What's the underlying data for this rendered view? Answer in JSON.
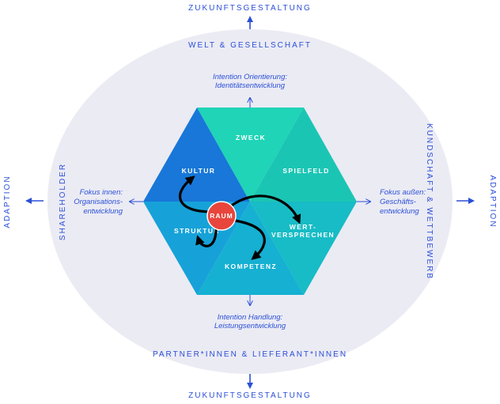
{
  "outer": {
    "top": "ZUKUNFTSGESTALTUNG",
    "bottom": "ZUKUNFTSGESTALTUNG",
    "left": "ADAPTION",
    "right": "ADAPTION"
  },
  "ellipse_labels": {
    "top": "WELT & GESELLSCHAFT",
    "bottom": "PARTNER*INNEN & LIEFERANT*INNEN",
    "left": "SHAREHOLDER",
    "right": "KUNDSCHAFT & WETTBEWERB"
  },
  "intentions": {
    "top": [
      "Intention Orientierung:",
      "Identitätsentwicklung"
    ],
    "bottom": [
      "Intention Handlung:",
      "Leistungsentwicklung"
    ],
    "left": [
      "Fokus innen:",
      "Organisations-",
      "entwicklung"
    ],
    "right": [
      "Fokus außen:",
      "Geschäfts-",
      "entwicklung"
    ]
  },
  "segments": {
    "zweck": "ZWECK",
    "spielfeld": "SPIELFELD",
    "wertversprechen": [
      "WERT-",
      "VERSPRECHEN"
    ],
    "kompetenz": "KOMPETENZ",
    "struktur": "STRUKTUR",
    "kultur": "KULTUR"
  },
  "center": "RAUM",
  "colors": {
    "accent": "#2b4fd6",
    "ellipse": "#ebebf4",
    "raum": "#e8453c",
    "kultur": "#1877d8",
    "zweck": "#1fd4b7",
    "spielfeld": "#1bc5b4",
    "wertversprechen": "#17bcc6",
    "kompetenz": "#15b0d2",
    "struktur": "#16a2d8"
  }
}
